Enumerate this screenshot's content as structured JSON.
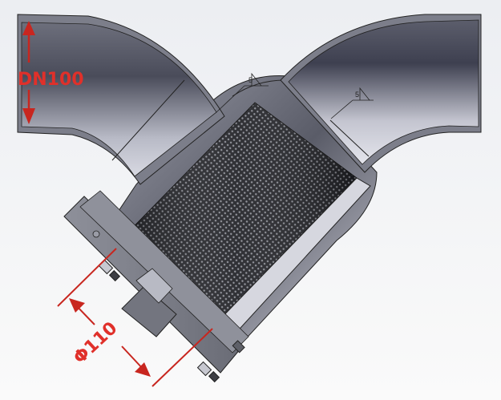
{
  "figure": {
    "subject": "Y-type strainer section view (CAD rendering)",
    "background_color": "#f3f4f6",
    "dimension_color": "#e0302a",
    "mesh_color": "#2a2b30",
    "body_color": "#7a7c86"
  },
  "annotations": {
    "pipe_size_label": "DN100",
    "screen_diameter_label": "Φ110",
    "weld_size_left": "5",
    "weld_size_right": "5"
  },
  "components": [
    {
      "name": "inlet-elbow",
      "position": "upper-left"
    },
    {
      "name": "outlet-elbow",
      "position": "upper-right"
    },
    {
      "name": "strainer-body",
      "position": "center"
    },
    {
      "name": "mesh-screen",
      "position": "center-diagonal"
    },
    {
      "name": "end-flange",
      "position": "lower-left"
    },
    {
      "name": "drain-plug",
      "position": "lower-left"
    },
    {
      "name": "flange-bolts",
      "position": "lower-left"
    }
  ]
}
